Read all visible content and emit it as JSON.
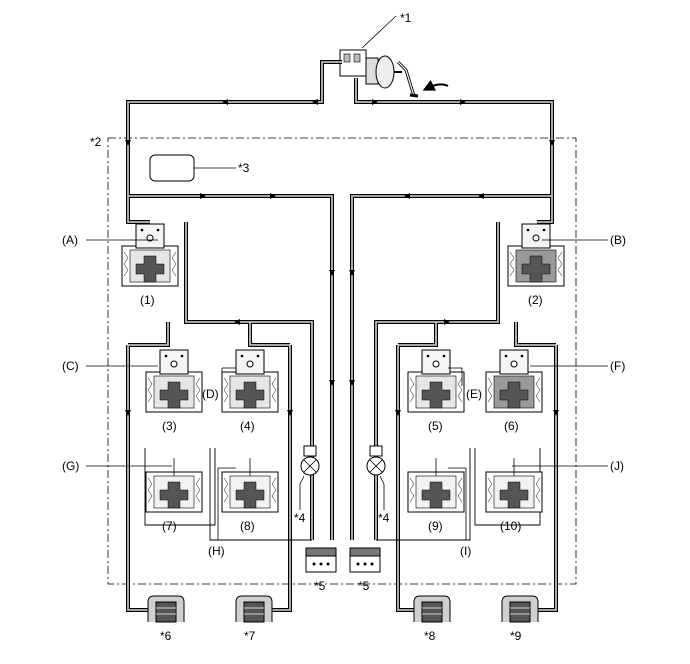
{
  "callouts": {
    "master_cylinder": "*1",
    "actuator_assembly": "*2",
    "ecu": "*3",
    "pump_left": "*4",
    "pump_right": "*4",
    "reservoir_left": "*5",
    "reservoir_right": "*5",
    "wheel_cyl_1": "*6",
    "wheel_cyl_2": "*7",
    "wheel_cyl_3": "*8",
    "wheel_cyl_4": "*9"
  },
  "valve_letters": {
    "A": "(A)",
    "B": "(B)",
    "C": "(C)",
    "D": "(D)",
    "E": "(E)",
    "F": "(F)",
    "G": "(G)",
    "H": "(H)",
    "I": "(I)",
    "J": "(J)"
  },
  "valve_numbers": {
    "n1": "(1)",
    "n2": "(2)",
    "n3": "(3)",
    "n4": "(4)",
    "n5": "(5)",
    "n6": "(6)",
    "n7": "(7)",
    "n8": "(8)",
    "n9": "(9)",
    "n10": "(10)"
  }
}
